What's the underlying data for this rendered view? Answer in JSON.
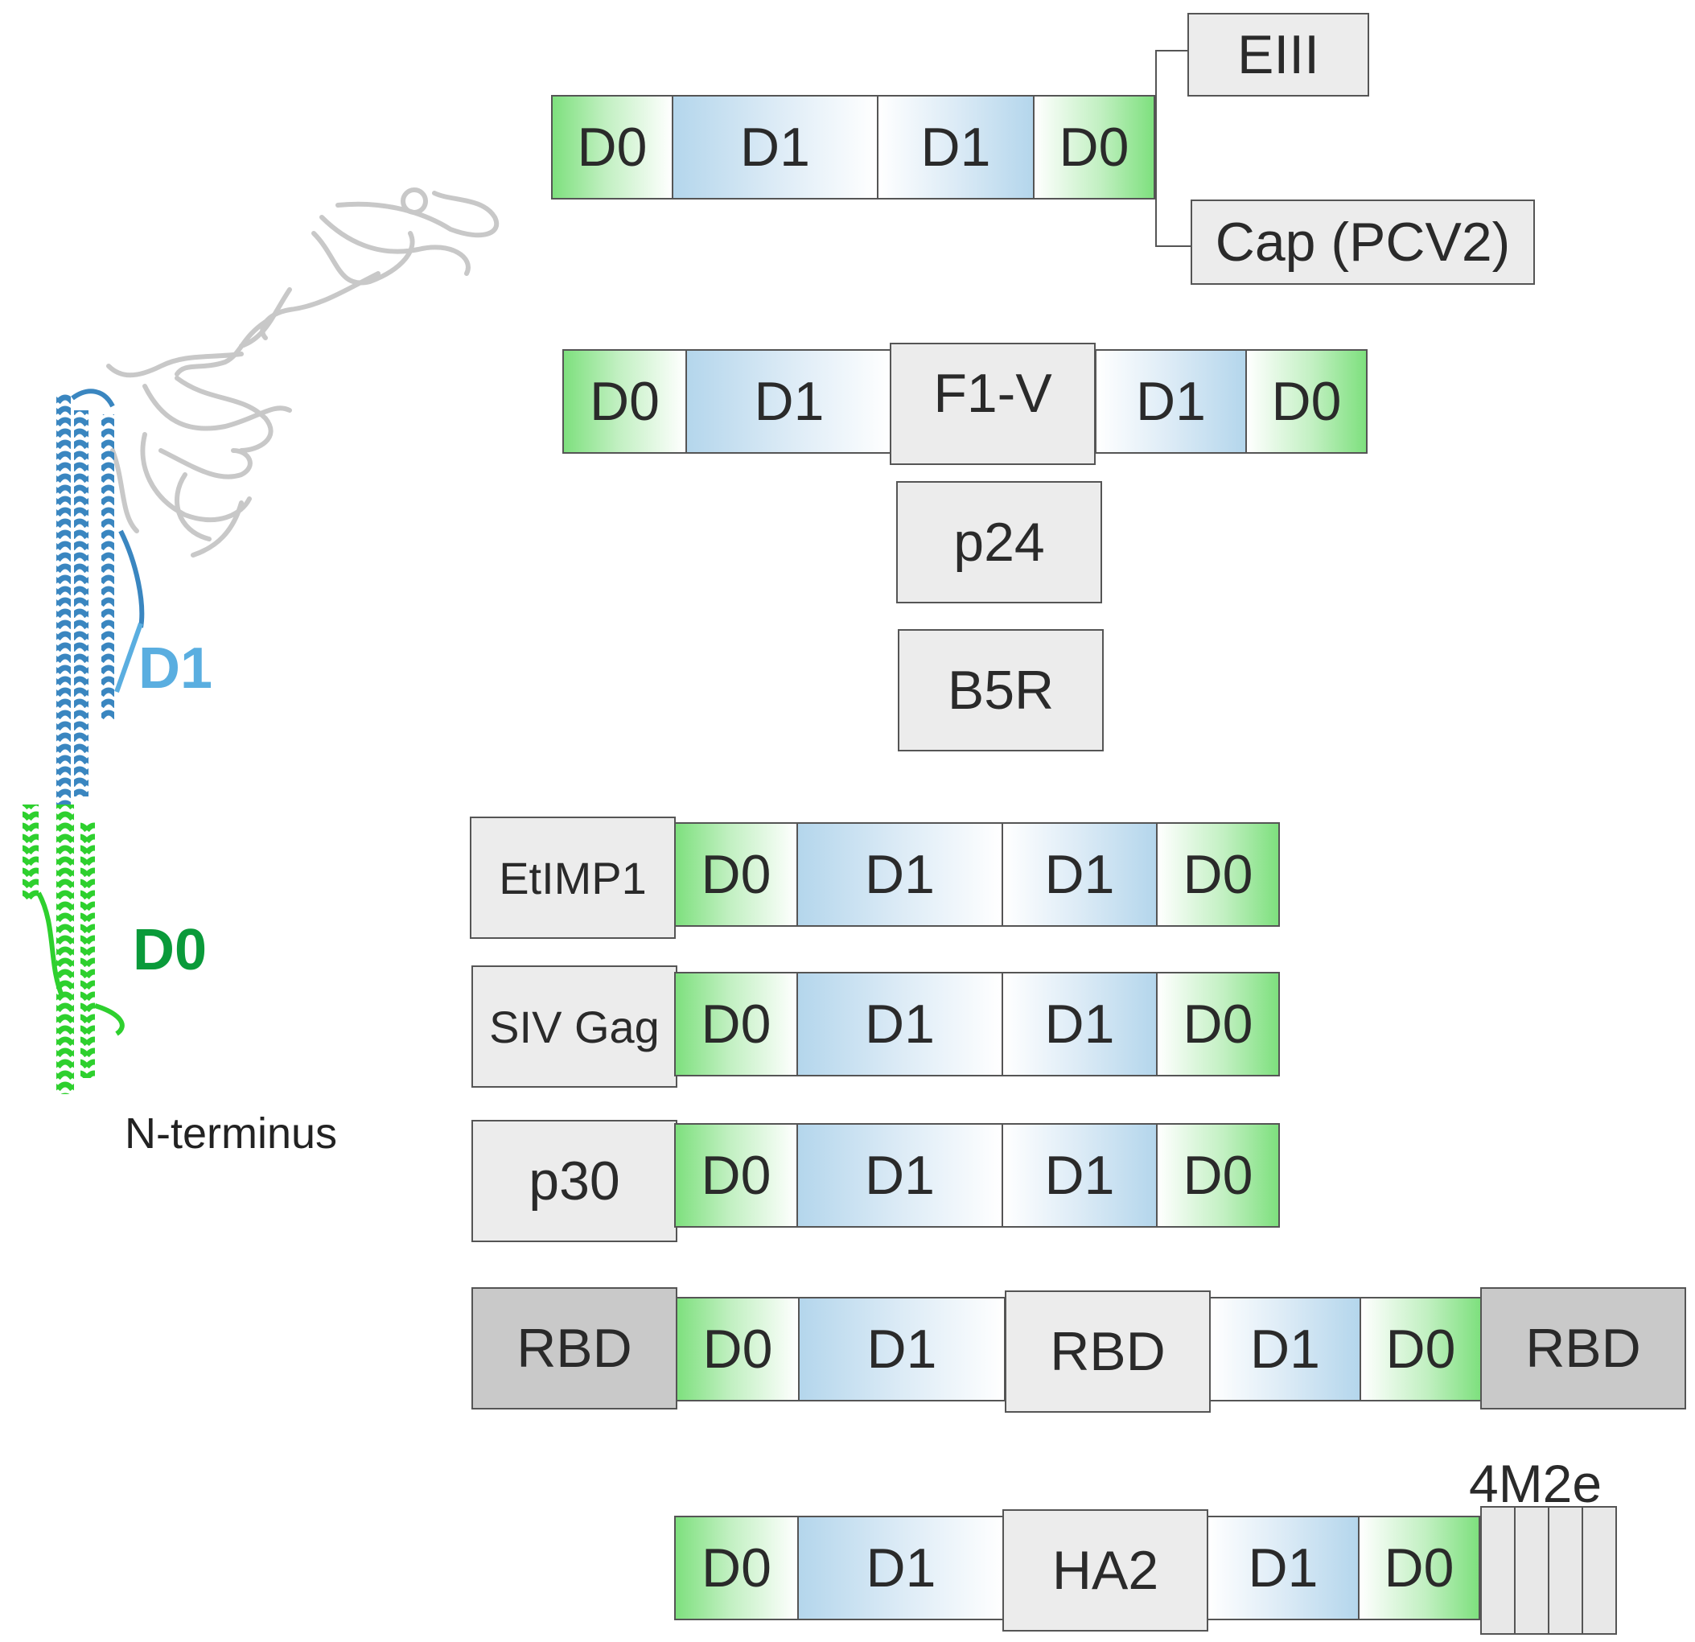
{
  "structure": {
    "d1_label": "D1",
    "d0_label": "D0",
    "n_terminus_label": "N-terminus",
    "colors": {
      "d1": "#5aaee0",
      "d0": "#0a9a3a",
      "helix_blue": "#3a86c0",
      "helix_green": "#2ed02e"
    }
  },
  "constructs": {
    "row1": {
      "seg": [
        "D0",
        "D1",
        "D1",
        "D0"
      ],
      "branch_top": "EIII",
      "branch_bottom": "Cap (PCV2)"
    },
    "row2": {
      "seg": [
        "D0",
        "D1",
        "F1-V",
        "D1",
        "D0"
      ]
    },
    "row2_insert_alternatives": [
      "p24",
      "B5R"
    ],
    "row3": {
      "seg": [
        "EtIMP1",
        "D0",
        "D1",
        "D1",
        "D0"
      ]
    },
    "row4": {
      "seg": [
        "SIV Gag",
        "D0",
        "D1",
        "D1",
        "D0"
      ]
    },
    "row5": {
      "seg": [
        "p30",
        "D0",
        "D1",
        "D1",
        "D0"
      ]
    },
    "row6": {
      "seg": [
        "RBD",
        "D0",
        "D1",
        "RBD",
        "D1",
        "D0",
        "RBD"
      ]
    },
    "row7": {
      "seg": [
        "D0",
        "D1",
        "HA2",
        "D1",
        "D0"
      ],
      "tail_label": "4M2e"
    }
  }
}
